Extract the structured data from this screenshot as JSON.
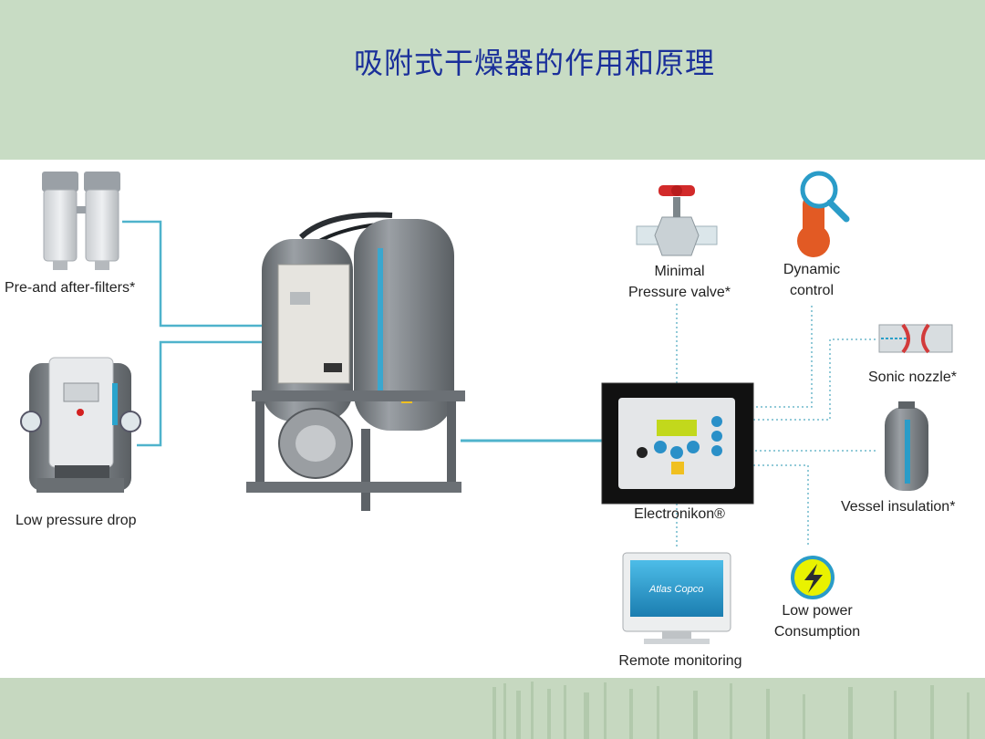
{
  "title": "吸附式干燥器的作用和原理",
  "labels": {
    "pre_after_filters": "Pre-and after-filters*",
    "low_pressure_drop": "Low pressure drop",
    "minimal_pressure_valve_1": "Minimal",
    "minimal_pressure_valve_2": "Pressure valve*",
    "dynamic_control_1": "Dynamic",
    "dynamic_control_2": "control",
    "sonic_nozzle": "Sonic nozzle*",
    "vessel_insulation": "Vessel insulation*",
    "electronikon": "Electronikon®",
    "low_power_1": "Low power",
    "low_power_2": "Consumption",
    "remote_monitoring": "Remote monitoring",
    "monitor_brand": "Atlas Copco"
  },
  "colors": {
    "header_bg": "#c8dcc4",
    "title": "#1a2f9a",
    "connector": "#4fb3cc",
    "vessel_gray": "#7d8287"
  },
  "icons": [
    "filter-icon",
    "valve-icon",
    "thermometer-icon",
    "nozzle-icon",
    "vessel-icon",
    "controller-icon",
    "monitor-icon",
    "lightning-icon",
    "dryer-icon",
    "filter-housing-icon"
  ]
}
